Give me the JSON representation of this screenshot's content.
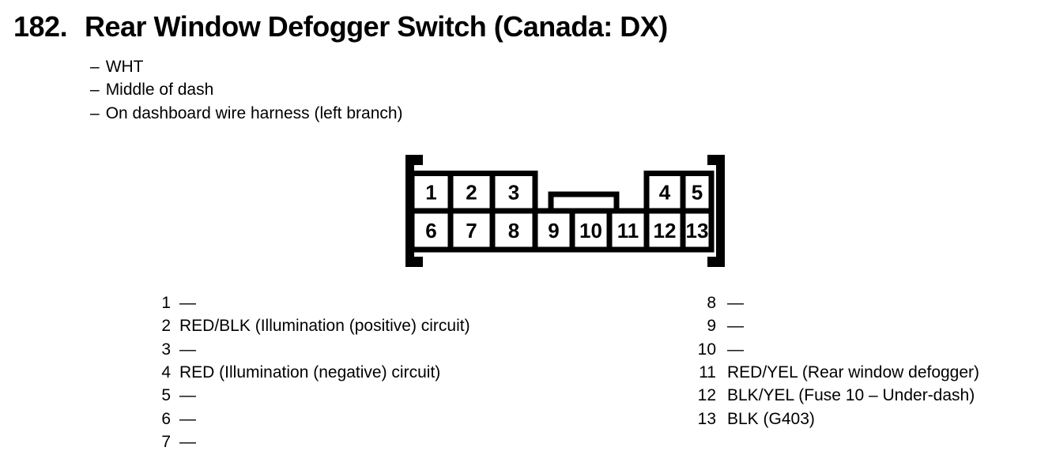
{
  "colors": {
    "ink": "#000000",
    "paper": "#ffffff"
  },
  "page": {
    "number": "182.",
    "title": "Rear Window Defogger Switch (Canada: DX)"
  },
  "notes": {
    "prefix": "–",
    "items": [
      "WHT",
      "Middle of dash",
      "On dashboard wire harness (left branch)"
    ]
  },
  "connector": {
    "top_row": [
      "1",
      "2",
      "3",
      "4",
      "5"
    ],
    "bottom_row": [
      "6",
      "7",
      "8",
      "9",
      "10",
      "11",
      "12",
      "13"
    ]
  },
  "pins": {
    "left": [
      {
        "num": "1",
        "label": "—"
      },
      {
        "num": "2",
        "label": "RED/BLK (Illumination (positive) circuit)"
      },
      {
        "num": "3",
        "label": "—"
      },
      {
        "num": "4",
        "label": "RED (Illumination (negative) circuit)"
      },
      {
        "num": "5",
        "label": "—"
      },
      {
        "num": "6",
        "label": "—"
      },
      {
        "num": "7",
        "label": "—"
      }
    ],
    "right": [
      {
        "num": "8",
        "label": "—"
      },
      {
        "num": "9",
        "label": "—"
      },
      {
        "num": "10",
        "label": "—"
      },
      {
        "num": "11",
        "label": "RED/YEL (Rear window defogger)"
      },
      {
        "num": "12",
        "label": "BLK/YEL (Fuse 10 – Under-dash)"
      },
      {
        "num": "13",
        "label": "BLK (G403)"
      }
    ]
  }
}
